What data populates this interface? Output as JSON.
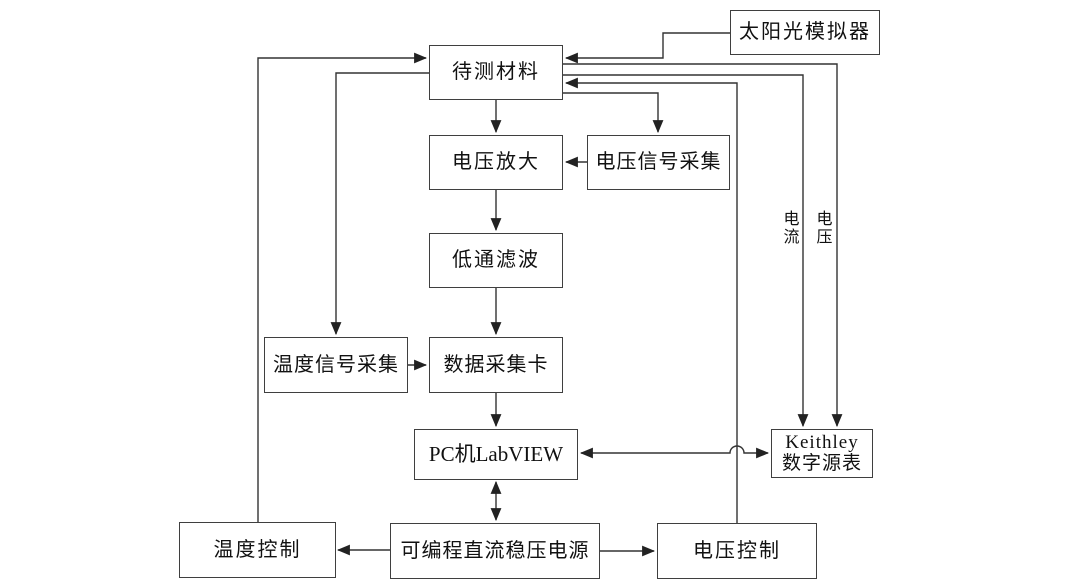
{
  "diagram": {
    "title": "solar-thermoelectric-measurement-system-block-diagram",
    "nodes": {
      "solar_simulator": "太阳光模拟器",
      "material_under_test": "待测材料",
      "voltage_amplifier": "电压放大",
      "voltage_signal_acquisition": "电压信号采集",
      "low_pass_filter": "低通滤波",
      "temperature_signal_acquisition": "温度信号采集",
      "data_acquisition_card": "数据采集卡",
      "pc_labview": "PC机LabVIEW",
      "keithley_line1": "Keithley",
      "keithley_line2": "数字源表",
      "temperature_control": "温度控制",
      "programmable_dc_power_supply": "可编程直流稳压电源",
      "voltage_control": "电压控制"
    },
    "edge_labels": {
      "current": "电流",
      "voltage": "电压"
    },
    "colors": {
      "line": "#333333",
      "border": "#3f3f3f",
      "text": "#111111",
      "background": "#ffffff"
    }
  }
}
